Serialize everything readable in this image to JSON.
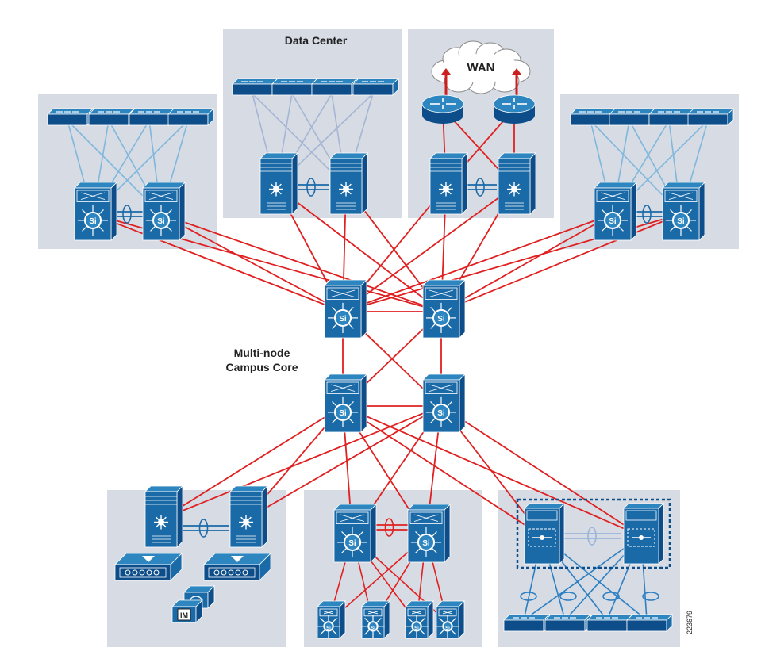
{
  "labels": {
    "data_center": "Data Center",
    "wan": "WAN",
    "core_line1": "Multi-node",
    "core_line2": "Campus Core",
    "figure_id": "223679"
  },
  "icons": {
    "si_text": "Si",
    "im_text": "IM"
  },
  "colors": {
    "panel": "#d6dbe4",
    "device_light": "#2e86c1",
    "device_dark": "#0d4e8a",
    "device_mid": "#1b6aa8",
    "link_red": "#e02020",
    "link_blue": "#7fb7dd",
    "link_dc": "#a5b6d4",
    "link_blue_dark": "#2c7fc2",
    "wan_arrow": "#cc1f1f"
  }
}
